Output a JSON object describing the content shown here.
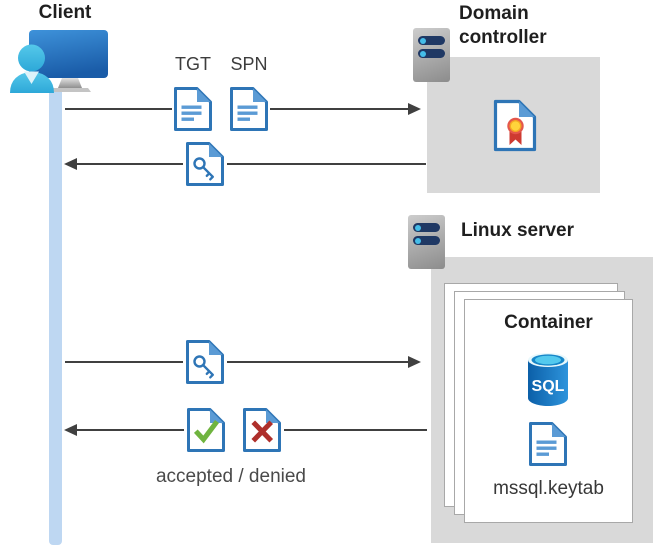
{
  "client": {
    "label": "Client",
    "icon": "workstation-user-icon"
  },
  "domain_controller": {
    "label_line1": "Domain",
    "label_line2": "controller",
    "icon": "server-icon",
    "content_icon": "certificate-icon"
  },
  "linux_server": {
    "label": "Linux server",
    "icon": "server-icon"
  },
  "container": {
    "title": "Container",
    "sql_badge": "SQL",
    "keytab_file": "mssql.keytab",
    "icons": [
      "sql-database-icon",
      "keytab-document-icon"
    ]
  },
  "messages": [
    {
      "direction": "right",
      "from": "client",
      "to": "domain-controller",
      "labels": [
        "TGT",
        "SPN"
      ],
      "icons": [
        "tgt-document-icon",
        "spn-document-icon"
      ]
    },
    {
      "direction": "left",
      "from": "domain-controller",
      "to": "client",
      "icons": [
        "ticket-key-document-icon"
      ]
    },
    {
      "direction": "right",
      "from": "client",
      "to": "linux-server",
      "icons": [
        "ticket-key-document-icon"
      ]
    },
    {
      "direction": "left",
      "from": "linux-server",
      "to": "client",
      "caption": "accepted / denied",
      "icons": [
        "accepted-document-icon",
        "denied-document-icon"
      ]
    }
  ],
  "colors": {
    "doc_border_blue": "#2E75B6",
    "doc_fill_blue": "#5B9BD5",
    "lifeline_blue": "#BED7F2",
    "box_gray": "#D9D9D9",
    "arrow_gray": "#404040",
    "accepted_green": "#6FB43F",
    "denied_red": "#AE2F2B",
    "server_pill_navy": "#1F3864",
    "server_dot_cyan": "#45BDE8",
    "sql_body_blue": "#1072BA",
    "sql_top_cyan": "#53C9EE",
    "cert_ribbon_red": "#CE3A31",
    "cert_gold": "#FFD43B",
    "monitor_blue": "#2F7FD1",
    "person_cyan": "#3CB9E2"
  }
}
